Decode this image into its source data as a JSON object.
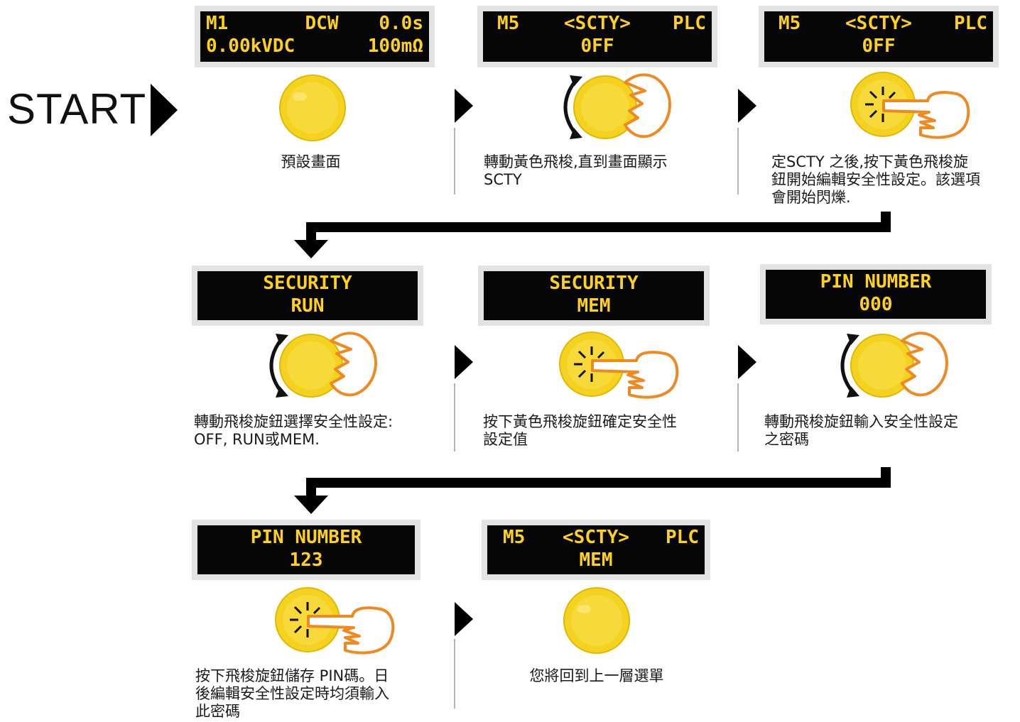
{
  "start": {
    "label": "START"
  },
  "steps": [
    {
      "lcd": {
        "l1": "M1",
        "c1": "DCW",
        "r1": "0.0s",
        "l2": "0.00kVDC",
        "r2": "100mΩ"
      },
      "caption": "預設畫面",
      "icon": "knob"
    },
    {
      "lcd": {
        "l1": "M5",
        "c1": "<SCTY>",
        "r1": "PLC",
        "c2": "0FF"
      },
      "caption": [
        "轉動黃色飛梭,直到畫面顯示",
        "SCTY"
      ],
      "icon": "knob-turn"
    },
    {
      "lcd": {
        "l1": "M5",
        "c1": "<SCTY>",
        "r1": "PLC",
        "c2": "0FF"
      },
      "caption": [
        "定SCTY 之後,按下黃色飛梭旋",
        "鈕開始編輯安全性設定。該選項",
        "會開始閃爍."
      ],
      "icon": "knob-press"
    },
    {
      "lcd": {
        "c1": "SECURITY",
        "c2": "RUN"
      },
      "caption": [
        "轉動飛梭旋鈕選擇安全性設定:",
        "OFF, RUN或MEM."
      ],
      "icon": "knob-turn"
    },
    {
      "lcd": {
        "c1": "SECURITY",
        "c2": "MEM"
      },
      "caption": [
        "按下黃色飛梭旋鈕確定安全性",
        "設定值"
      ],
      "icon": "knob-press"
    },
    {
      "lcd": {
        "c1": "PIN NUMBER",
        "c2": "000"
      },
      "caption": [
        "轉動飛梭旋鈕輸入安全性設定",
        "之密碼"
      ],
      "icon": "knob-turn"
    },
    {
      "lcd": {
        "c1": "PIN NUMBER",
        "c2": "123"
      },
      "caption": [
        "按下飛梭旋鈕儲存 PIN碼。日",
        "後編輯安全性設定時均須輸入",
        "此密碼"
      ],
      "icon": "knob-press"
    },
    {
      "lcd": {
        "l1": "M5",
        "c1": "<SCTY>",
        "r1": "PLC",
        "c2": "MEM"
      },
      "caption": "您將回到上一層選單",
      "icon": "knob"
    }
  ],
  "colors": {
    "lcd_bg": "#060606",
    "lcd_text": "#ffd21a",
    "knob": "#f5d21f",
    "hand": "#ef8a23",
    "arrow": "#000000",
    "divider": "#b5b5b5"
  }
}
